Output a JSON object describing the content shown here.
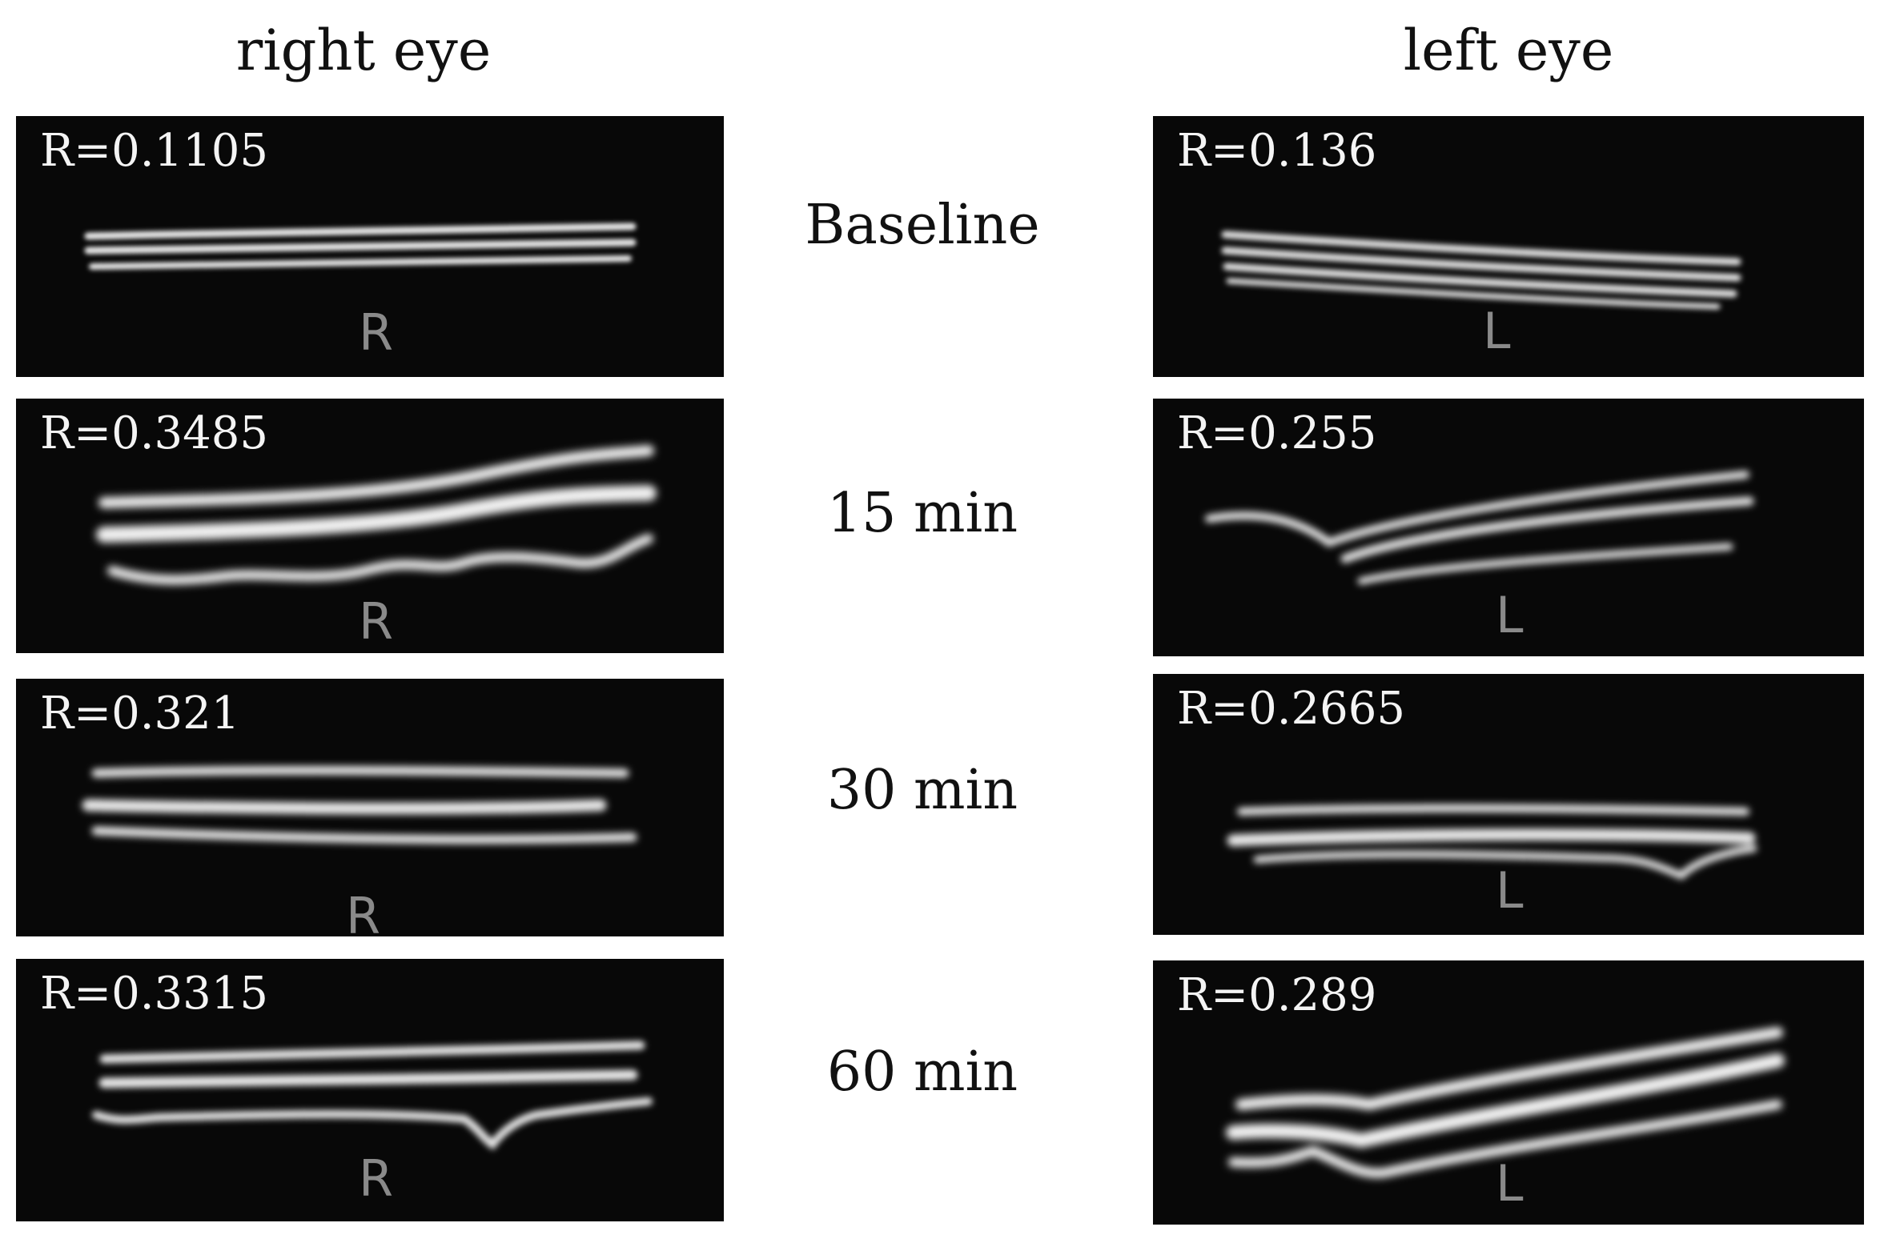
{
  "headers": {
    "right": "right eye",
    "left": "left eye"
  },
  "rows": [
    {
      "time": "Baseline",
      "right": {
        "r": "R=0.1105",
        "mark": "R"
      },
      "left": {
        "r": "R=0.136",
        "mark": "L"
      }
    },
    {
      "time": "15 min",
      "right": {
        "r": "R=0.3485",
        "mark": "R"
      },
      "left": {
        "r": "R=0.255",
        "mark": "L"
      }
    },
    {
      "time": "30 min",
      "right": {
        "r": "R=0.321",
        "mark": "R"
      },
      "left": {
        "r": "R=0.2665",
        "mark": "L"
      }
    },
    {
      "time": "60 min",
      "right": {
        "r": "R=0.3315",
        "mark": "R"
      },
      "left": {
        "r": "R=0.289",
        "mark": "L"
      }
    }
  ]
}
